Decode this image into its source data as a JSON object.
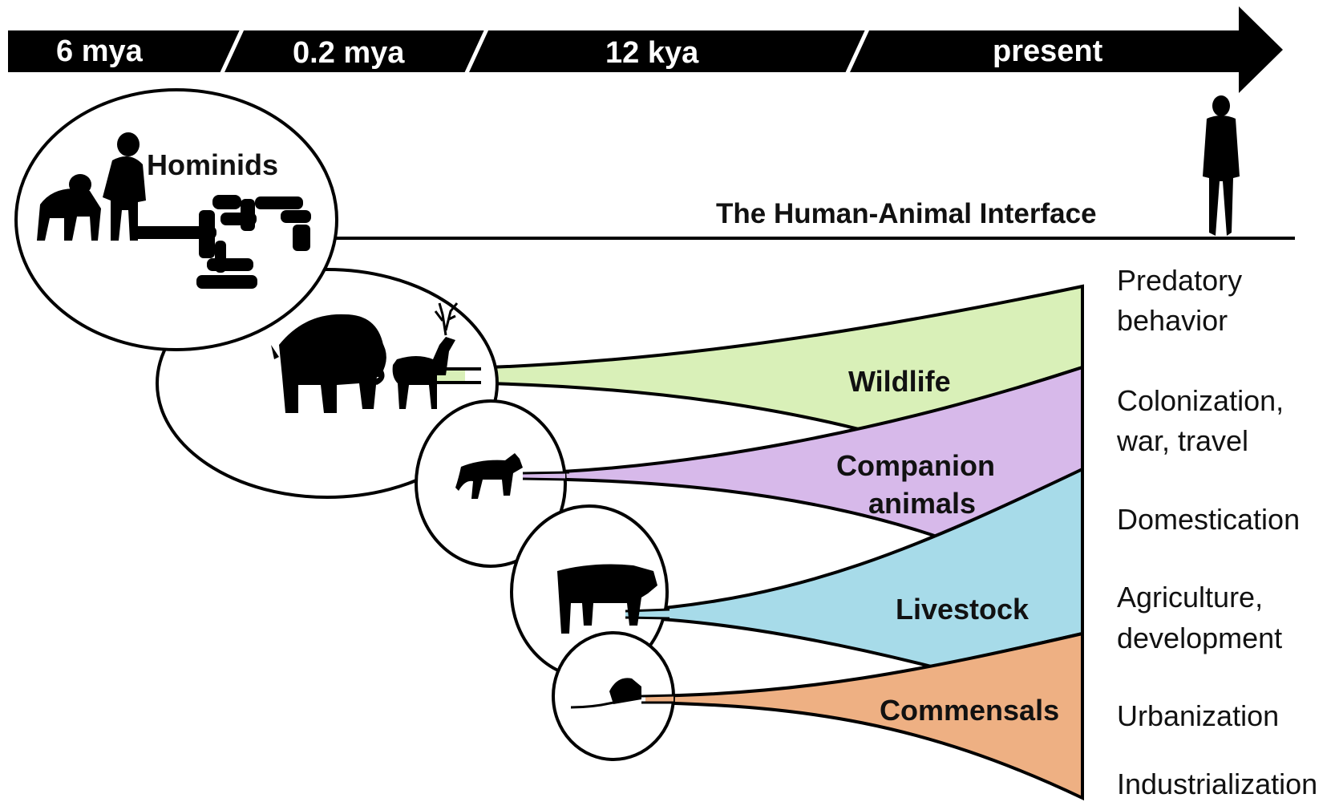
{
  "timeline": {
    "labels": [
      "6 mya",
      "0.2 mya",
      "12 kya",
      "present"
    ]
  },
  "hominids": {
    "label": "Hominids"
  },
  "interface": {
    "label": "The Human-Animal Interface"
  },
  "groups": [
    {
      "name": "Wildlife",
      "color": "#d9f0b8"
    },
    {
      "name_line1": "Companion",
      "name_line2": "animals",
      "color": "#d7b9ea"
    },
    {
      "name": "Livestock",
      "color": "#a7dbe9"
    },
    {
      "name": "Commensals",
      "color": "#eeb083"
    }
  ],
  "drivers": {
    "predatory_1": "Predatory",
    "predatory_2": "behavior",
    "colonization_1": "Colonization,",
    "colonization_2": "war, travel",
    "domestication": "Domestication",
    "agriculture_1": "Agriculture,",
    "agriculture_2": "development",
    "urbanization": "Urbanization",
    "industrialization": "Industrialization"
  },
  "icons": {
    "apes": "ape-silhouettes-icon",
    "human": "human-silhouette-icon",
    "mammoth": "mammoth-icon",
    "deer": "deer-icon",
    "wolf": "wolf-icon",
    "bull": "bull-icon",
    "rat": "rat-icon"
  }
}
